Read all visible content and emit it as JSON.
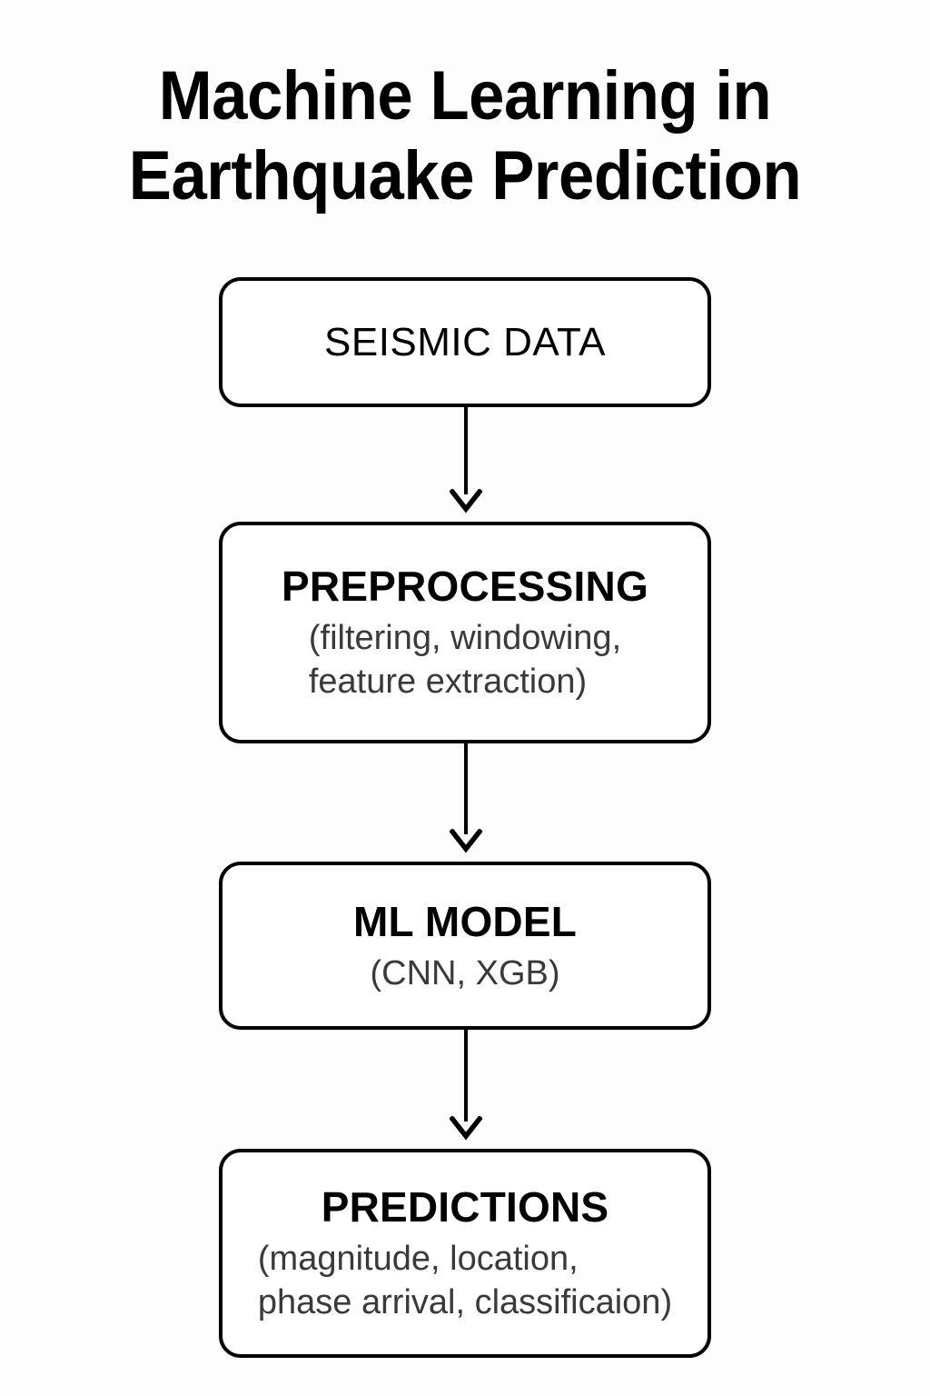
{
  "page": {
    "background_color": "#fdfdfd",
    "ink_color": "#000000",
    "subtitle_color": "#3a3a3a"
  },
  "title": "Machine Learning in\nEarthquake Prediction",
  "flowchart": {
    "type": "vertical-flow",
    "nodes": [
      {
        "id": "seismic-data",
        "title": "SEISMIC DATA",
        "subtitle": "",
        "title_weight": "regular"
      },
      {
        "id": "preprocessing",
        "title": "PREPROCESSING",
        "subtitle": "(filtering, windowing,\nfeature extraction)",
        "title_weight": "bold"
      },
      {
        "id": "ml-model",
        "title": "ML MODEL",
        "subtitle": "(CNN, XGB)",
        "title_weight": "bold"
      },
      {
        "id": "predictions",
        "title": "PREDICTIONS",
        "subtitle": "(magnitude, location,\nphase arrival, classificaion)",
        "title_weight": "bold"
      }
    ],
    "edges": [
      {
        "id": "edge-1",
        "from": "seismic-data",
        "to": "preprocessing",
        "arrow": "down-arrow-icon"
      },
      {
        "id": "edge-2",
        "from": "preprocessing",
        "to": "ml-model",
        "arrow": "down-arrow-icon"
      },
      {
        "id": "edge-3",
        "from": "ml-model",
        "to": "predictions",
        "arrow": "down-arrow-icon"
      }
    ]
  }
}
